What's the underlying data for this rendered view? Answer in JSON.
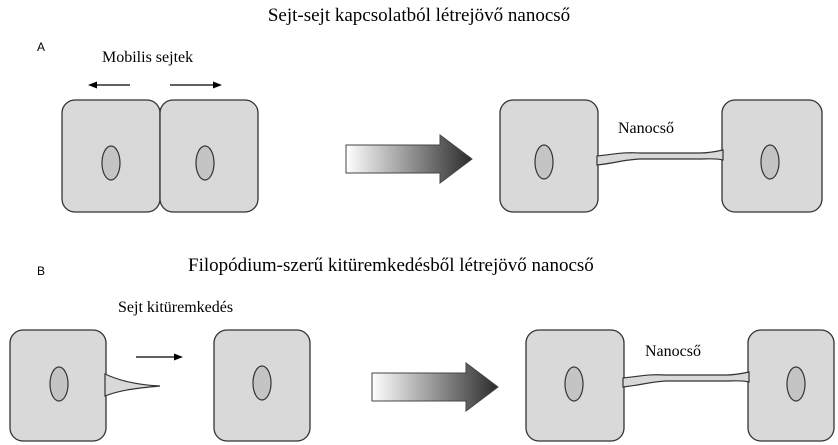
{
  "panel_a": {
    "letter": "A",
    "title": "Sejt-sejt kapcsolatból létrejövő nanocső",
    "motile_label": "Mobilis sejtek",
    "tube_label": "Nanocső"
  },
  "panel_b": {
    "letter": "B",
    "title": "Filopódium-szerű kitüremkedésből létrejövő nanocső",
    "protrusion_label": "Sejt kitüremkedés",
    "tube_label": "Nanocső"
  },
  "colors": {
    "cell_fill": "#d9d9d9",
    "nucleus_fill": "#c4c4c4",
    "outline": "#333333",
    "arrow_dark": "#2b2b2b",
    "arrow_light": "#ffffff"
  }
}
